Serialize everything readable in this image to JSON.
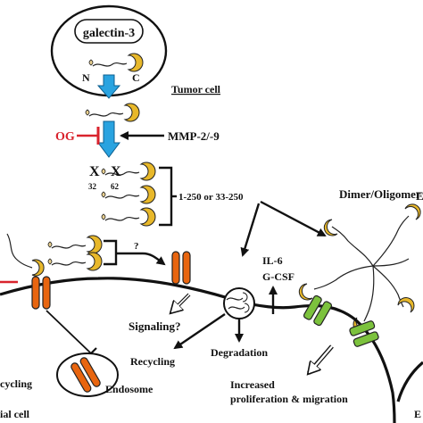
{
  "labels": {
    "galectin": "galectin-3",
    "n_term": "N",
    "c_term": "C",
    "tumor_cell": "Tumor cell",
    "og": "OG",
    "mmp": "MMP-2/-9",
    "site_32": "32",
    "site_62": "62",
    "fragments": "1-250 or 33-250",
    "dimer": "Dimer/Oligomer",
    "question": "?",
    "il6": "IL-6",
    "gcsf": "G-CSF",
    "signaling": "Signaling?",
    "recycling": "Recycling",
    "degradation": "Degradation",
    "cycling": "cycling",
    "endosome": "Endosome",
    "increased_1": "Increased",
    "increased_2": "proliferation & migration",
    "cell_left": "ial cell",
    "edge_right_top": "E",
    "edge_right_bottom": "E"
  },
  "colors": {
    "arrow_blue": "#29a3e0",
    "inhibitor_red": "#d9232d",
    "galectin_gold": "#e8b82a",
    "receptor_orange": "#e8650f",
    "receptor_green": "#7cc23d"
  },
  "icons": [
    "galectin-3-molecule-icon",
    "receptor-icon",
    "endosome-icon",
    "inhibition-bar-icon"
  ]
}
